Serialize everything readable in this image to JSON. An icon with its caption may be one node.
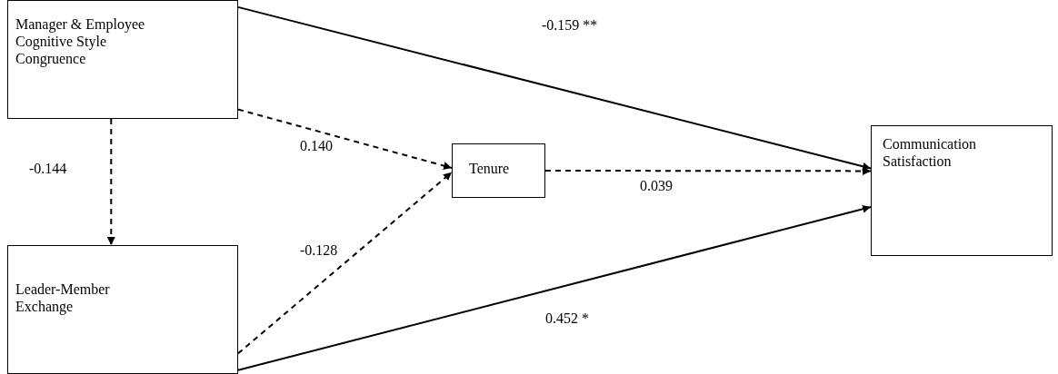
{
  "diagram": {
    "nodes": [
      {
        "text": [
          "Manager & Employee Cognitive Style Congruence"
        ]
      },
      {
        "text": [
          "Leader-Member Exchange"
        ]
      },
      {
        "text": [
          "Tenure"
        ]
      },
      {
        "text": [
          "Communication Satisfaction"
        ]
      }
    ],
    "edges": [
      {
        "from": 0,
        "to": 3,
        "arrow": "to",
        "label": "-0.159 **"
      },
      {
        "from": 0,
        "to": 2,
        "arrow": "to",
        "label": "0.140",
        "style": "dashed"
      },
      {
        "from": 0,
        "to": 1,
        "arrow": "to",
        "label": "-0.144",
        "style": "dashed"
      },
      {
        "from": 1,
        "to": 2,
        "arrow": "to",
        "label": "-0.128",
        "style": "dashed"
      },
      {
        "from": 2,
        "to": 3,
        "arrow": "to",
        "label": "0.039",
        "style": "dashed"
      },
      {
        "from": 1,
        "to": 3,
        "arrow": "to",
        "label": "0.452 *"
      }
    ]
  }
}
